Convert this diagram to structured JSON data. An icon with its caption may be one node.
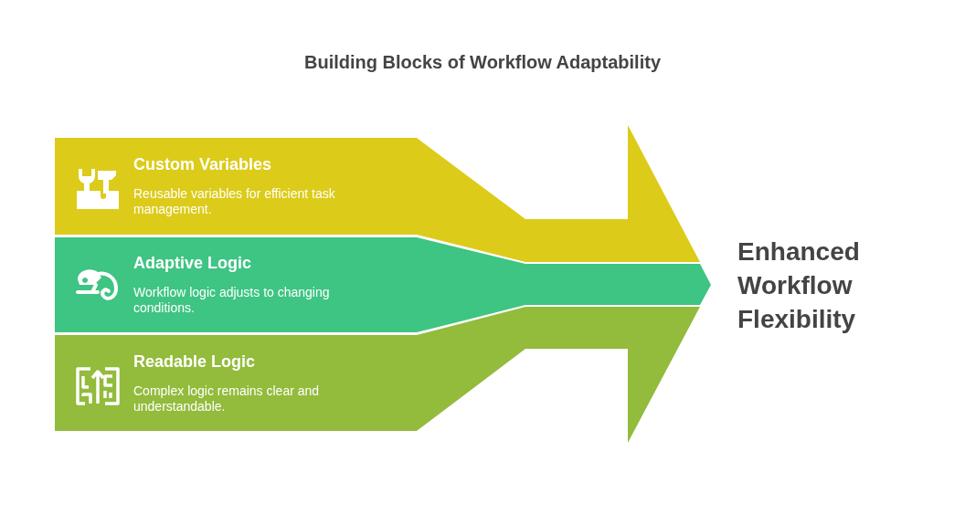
{
  "diagram": {
    "title": "Building Blocks of Workflow Adaptability",
    "nodes": [
      {
        "text": [
          "Custom Variables",
          "Reusable variables for efficient task management."
        ]
      },
      {
        "text": [
          "Adaptive Logic",
          "Workflow logic adjusts to changing conditions."
        ]
      },
      {
        "text": [
          "Readable Logic",
          "Complex logic remains clear and understandable."
        ]
      }
    ],
    "labels": [
      "Enhanced Workflow Flexibility"
    ]
  }
}
